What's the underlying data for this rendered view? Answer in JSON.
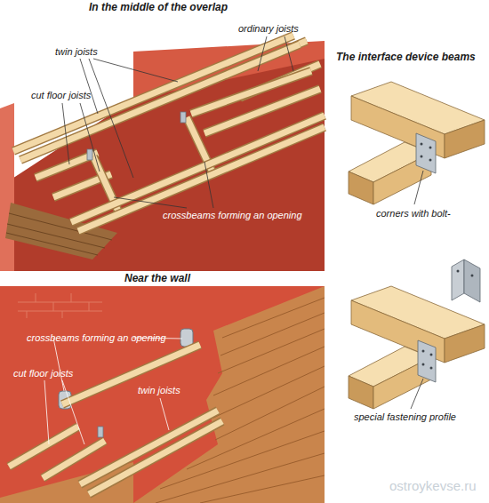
{
  "diagram": {
    "labels": [
      "In the middle of the overlap",
      "twin joists",
      "ordinary joists",
      "cut floor joists",
      "crossbeams forming an opening",
      "The interface device beams",
      "corners with bolt-",
      "Near the wall",
      "crossbeams forming an opening",
      "cut floor joists",
      "twin joists",
      "special fastening profile",
      "ostroykevse.ru"
    ]
  }
}
